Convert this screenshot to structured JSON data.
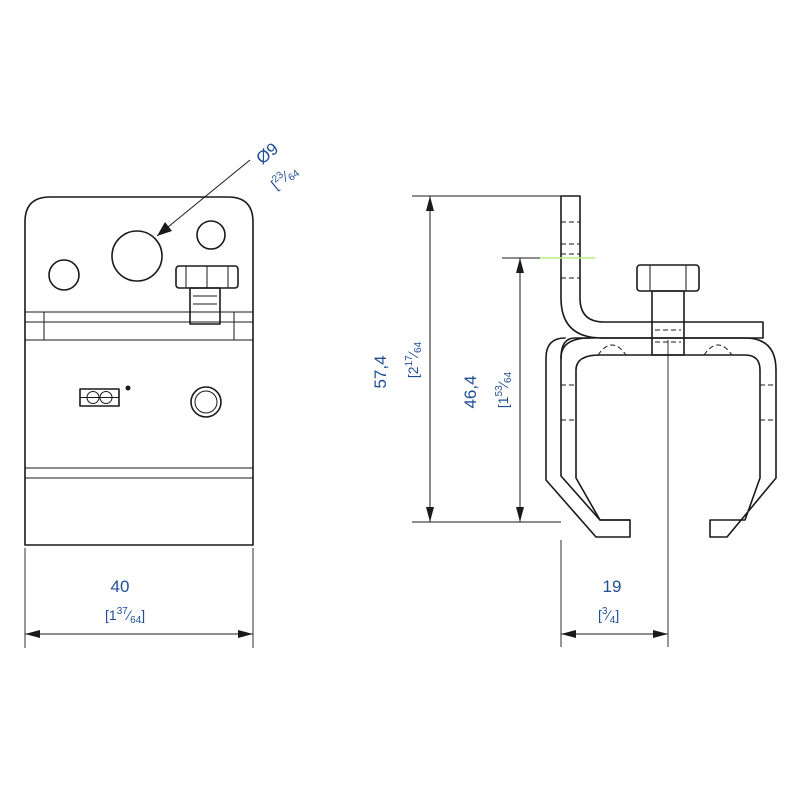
{
  "colors": {
    "dimension_text": "#1f4e96",
    "line": "#1a1a1a",
    "highlight": "#b6f07a",
    "background": "#ffffff"
  },
  "dimensions": {
    "hole": {
      "value": "Ø9",
      "inch_whole": "",
      "inch_num": "23",
      "inch_den": "64"
    },
    "width": {
      "value": "40",
      "inch_whole": "1",
      "inch_num": "37",
      "inch_den": "64"
    },
    "total_height": {
      "value": "57,4",
      "inch_whole": "2",
      "inch_num": "17",
      "inch_den": "64"
    },
    "inner_height": {
      "value": "46,4",
      "inch_whole": "1",
      "inch_num": "53",
      "inch_den": "64"
    },
    "offset": {
      "value": "19",
      "inch_whole": "",
      "inch_num": "3",
      "inch_den": "4"
    }
  }
}
